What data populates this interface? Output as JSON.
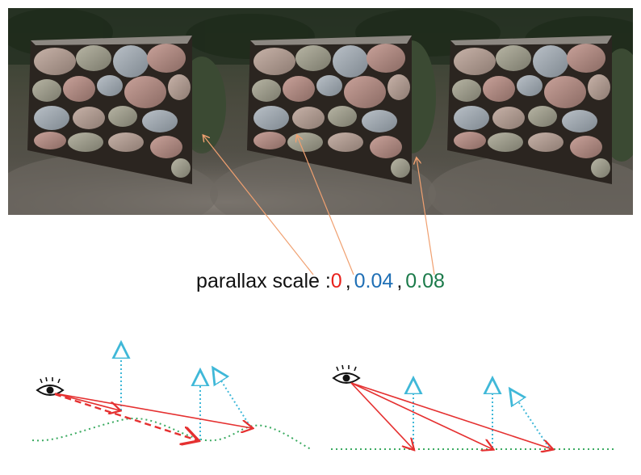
{
  "label": {
    "prefix": "parallax scale : ",
    "values": [
      {
        "text": "0",
        "color": "#e8211c"
      },
      {
        "text": "0.04",
        "color": "#1f6fb5"
      },
      {
        "text": "0.08",
        "color": "#1b7a4a"
      }
    ],
    "separator": ","
  },
  "colors": {
    "arrow_orange": "#f0a070",
    "ray_red": "#e53030",
    "surface_green": "#3aaa60",
    "normal_cyan": "#3fb8d8",
    "stone_base": "#8a7f78",
    "mortar": "#2b2520"
  },
  "icons": {
    "eye": "eye-icon"
  }
}
